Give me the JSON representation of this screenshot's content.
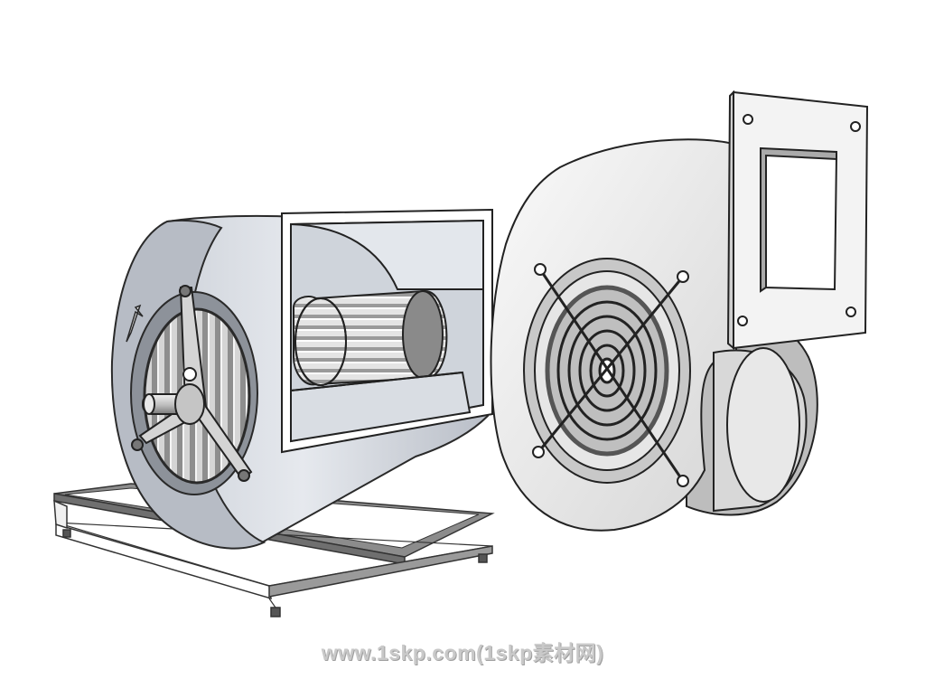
{
  "watermark": {
    "text": "www.1skp.com(1skp素材网)",
    "color": "#c9c9c9"
  },
  "illustration": {
    "style": "grayscale 3D sketch render",
    "objects": [
      "double-inlet centrifugal blower on base frame",
      "single-inlet centrifugal blower with flange and guard grille"
    ]
  }
}
